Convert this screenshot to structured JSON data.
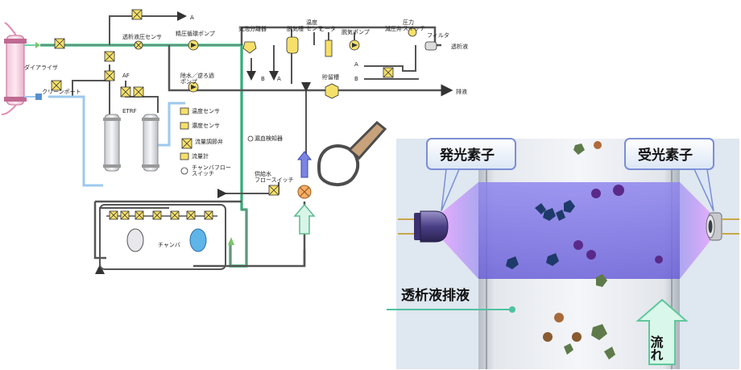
{
  "schematic": {
    "labels": {
      "dialyzer": "ダイアライザ",
      "clean_port": "クリーンポート",
      "dialysate_pressure_sensor": "透析液圧センサ",
      "secondary_pump": "精圧循環ポンプ",
      "bubble_separator": "気泡分離器",
      "degas_tank": "脱気槽",
      "temp_sensor": "温度\nセンサ",
      "heater": "ヒータ",
      "degas_pump": "脱気ポンプ",
      "pressure_reducing_valve": "減圧弁",
      "pressure_switch": "圧力\nスイッチ",
      "filter": "フィルタ",
      "dialysate": "透析液",
      "af": "AF",
      "etrf": "ETRF",
      "drain_pump": "除水／逆ろ過\nポンプ",
      "storage_tank": "貯留槽",
      "drain": "排液",
      "temp_sensor2": "温度センサ",
      "conc_sensor": "濃度センサ",
      "flow_adjust_valve": "流量調節弁",
      "flowmeter": "流量計",
      "chamber_flow_switch": "チャンバフロー\nスイッチ",
      "blood_leak_detector": "漏血検知器",
      "supply_flow_switch": "供給水\nフロースイッチ",
      "chamber": "チャンバ",
      "junction_a": "A",
      "junction_b": "B"
    }
  },
  "detail": {
    "emitter_label": "発光素子",
    "receiver_label": "受光素子",
    "effluent_label": "透析液排液",
    "flow_label": "流れ"
  },
  "colors": {
    "dialysate_line": "#6ed3a8",
    "pipe": "#555555",
    "light_beam": "#7d6fe0",
    "valve_yellow": "#f6e06a"
  }
}
